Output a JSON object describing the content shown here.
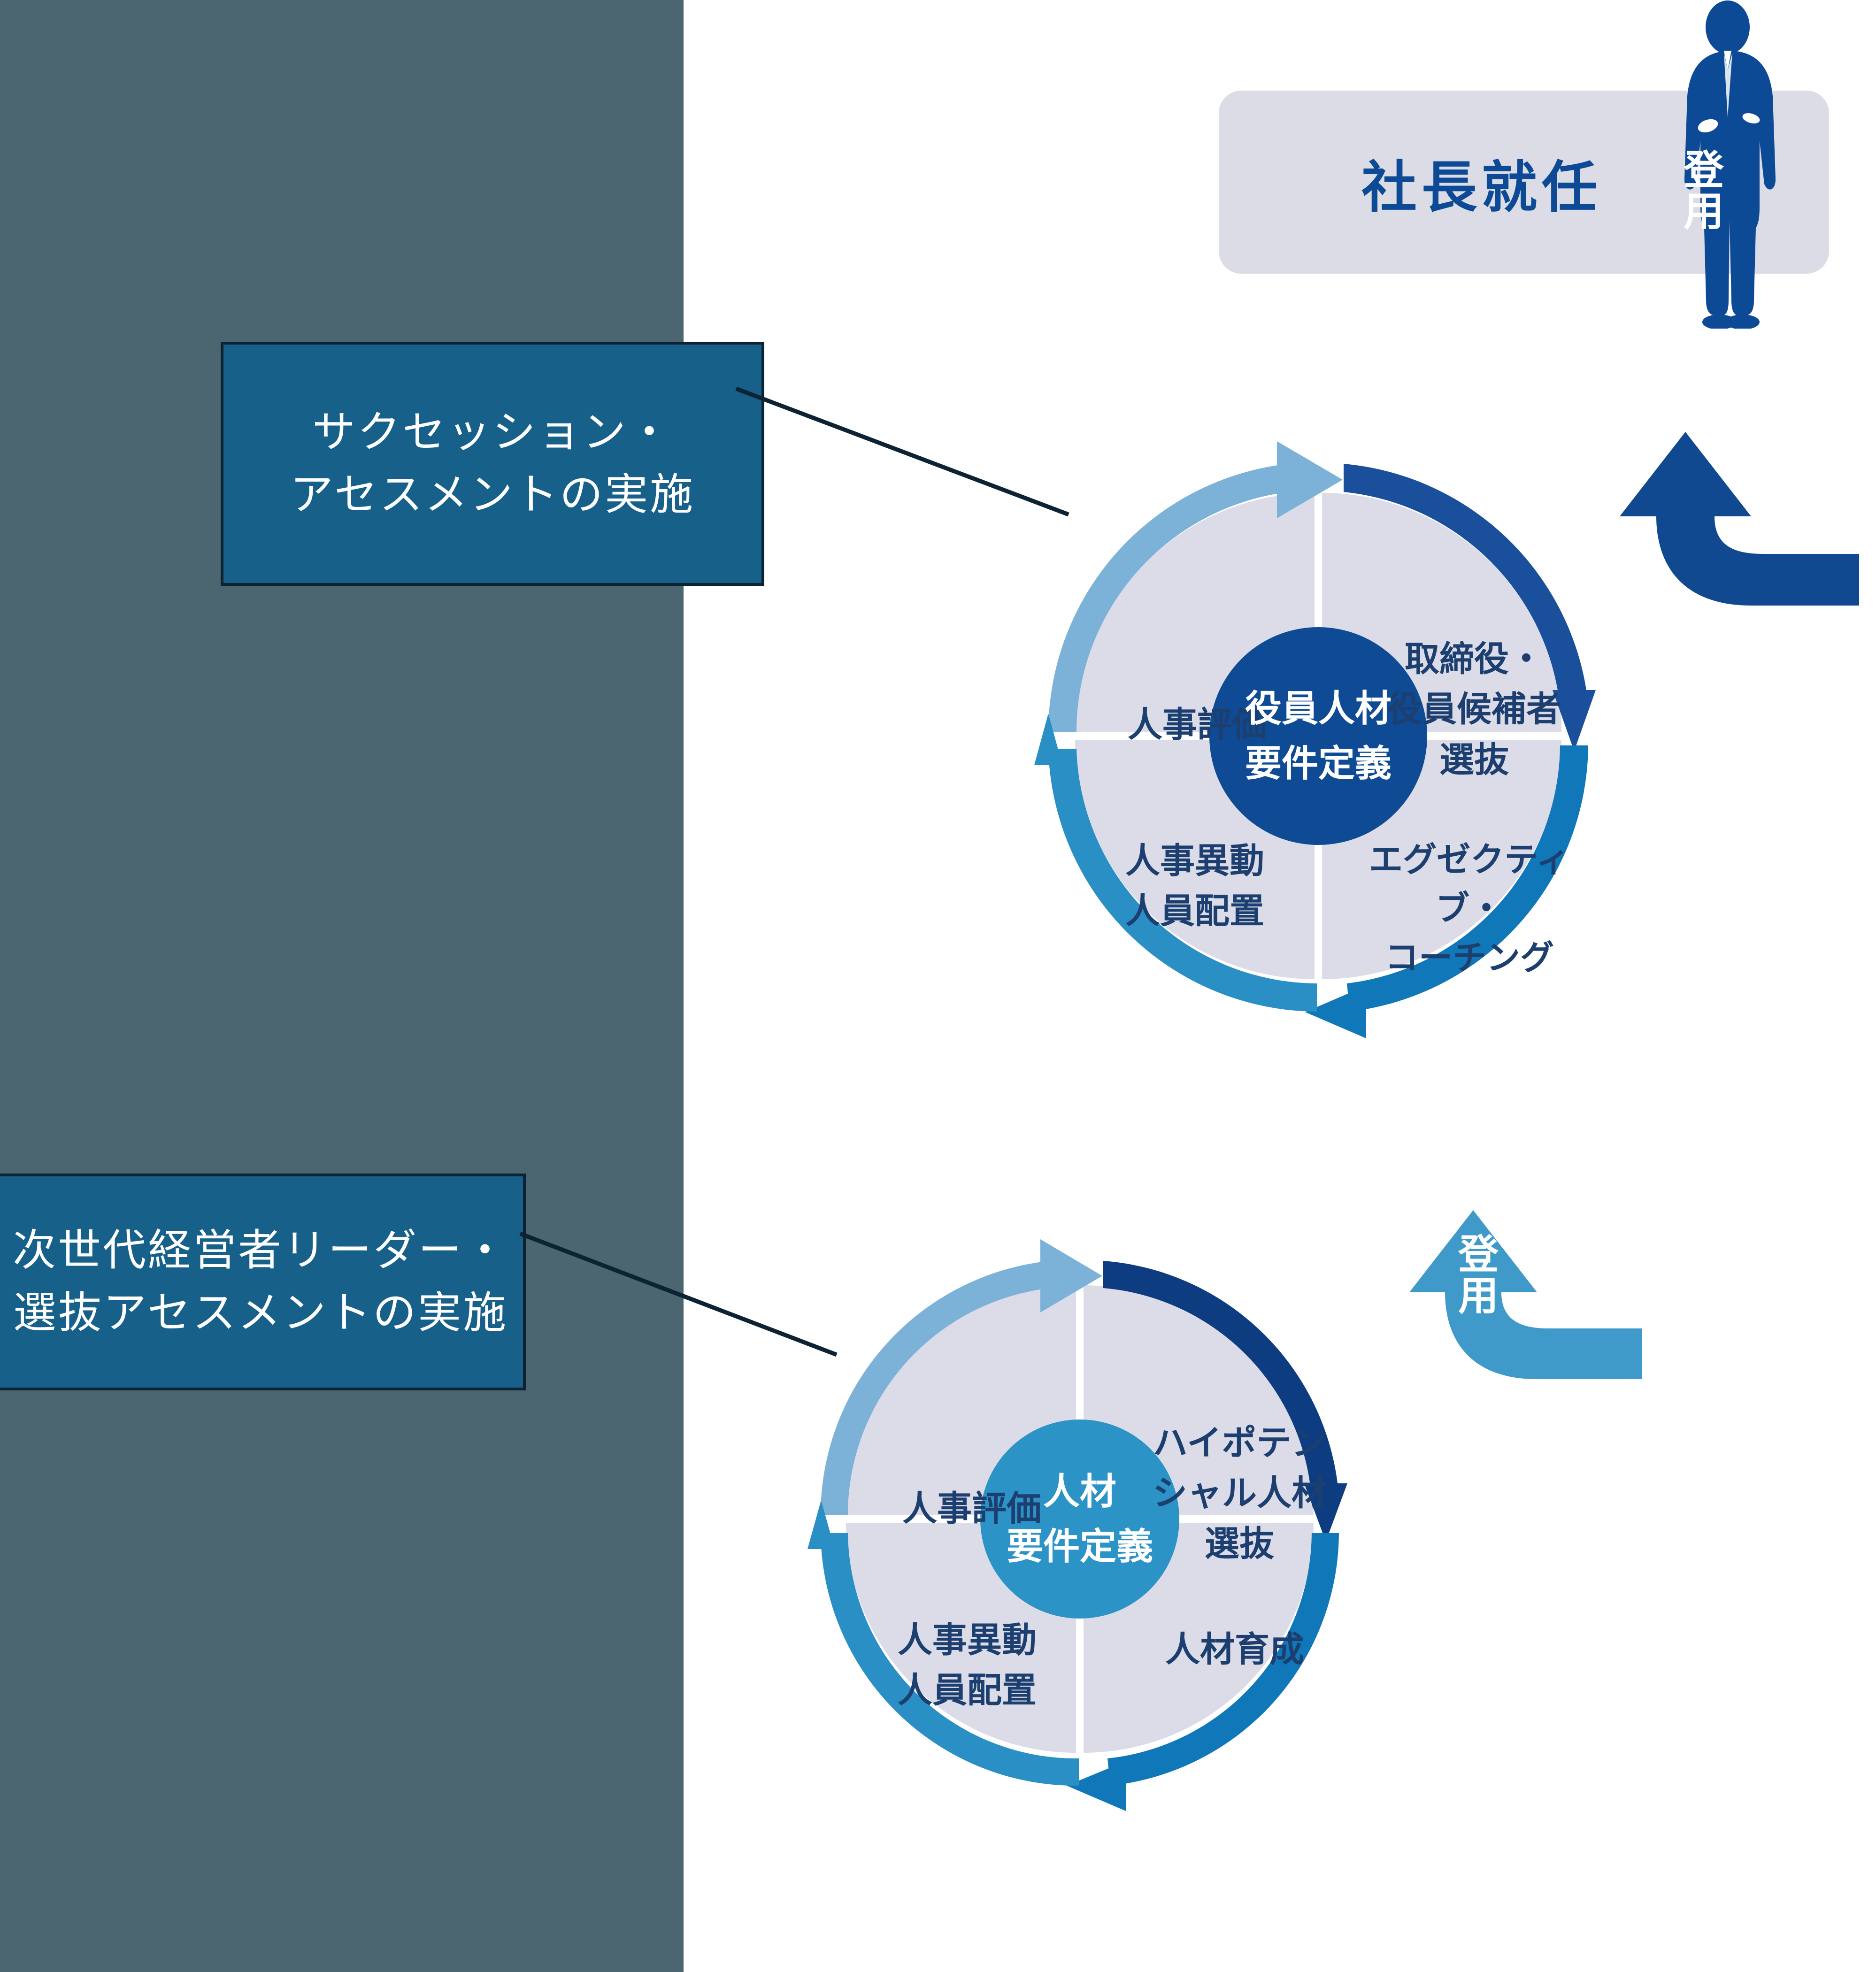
{
  "banner": {
    "label": "社長就任",
    "icon": "businessman-silhouette-icon",
    "bg_color": "#dcdce6",
    "text_color": "#0d4a96"
  },
  "callouts": [
    {
      "id": "succession-assessment",
      "text": "サクセッション・\nアセスメントの実施",
      "bg_color": "#166089",
      "border_color": "#0d2233",
      "text_color": "#ffffff"
    },
    {
      "id": "next-gen-leader-assessment",
      "text": "次世代経営者リーダー・\n選抜アセスメントの実施",
      "bg_color": "#166089",
      "border_color": "#0d2233",
      "text_color": "#ffffff"
    }
  ],
  "promote_arrows": [
    {
      "id": "promote-executive",
      "label": "登\n用",
      "color": "#10498f"
    },
    {
      "id": "promote-highpotential",
      "label": "登\n用",
      "color": "#3f9ac9"
    }
  ],
  "cycles": [
    {
      "id": "executive-talent-cycle",
      "center_label": "役員人材\n要件定義",
      "center_color": "#0e4b94",
      "pie_color": "#dcdce8",
      "quadrants": [
        {
          "position": "top-left",
          "label": "人事評価",
          "arc_color": "#7cb2d8"
        },
        {
          "position": "top-right",
          "label": "取締役・\n役員候補者\n選抜",
          "arc_color": "#1a4f9c"
        },
        {
          "position": "bottom-right",
          "label": "エグゼクティブ・\nコーチング",
          "arc_color": "#1078b8"
        },
        {
          "position": "bottom-left",
          "label": "人事異動\n人員配置",
          "arc_color": "#2a8fc4"
        }
      ]
    },
    {
      "id": "talent-pipeline-cycle",
      "center_label": "人材\n要件定義",
      "center_color": "#2b93c6",
      "pie_color": "#dcdce8",
      "quadrants": [
        {
          "position": "top-left",
          "label": "人事評価",
          "arc_color": "#7cb2d8"
        },
        {
          "position": "top-right",
          "label": "ハイポテン\nシャル人材\n選抜",
          "arc_color": "#0d3d80"
        },
        {
          "position": "bottom-right",
          "label": "人材育成",
          "arc_color": "#1078b8"
        },
        {
          "position": "bottom-left",
          "label": "人事異動\n人員配置",
          "arc_color": "#2a8fc4"
        }
      ]
    }
  ],
  "panel": {
    "left_panel_color": "#4b6670",
    "canvas_color": "#ffffff"
  }
}
